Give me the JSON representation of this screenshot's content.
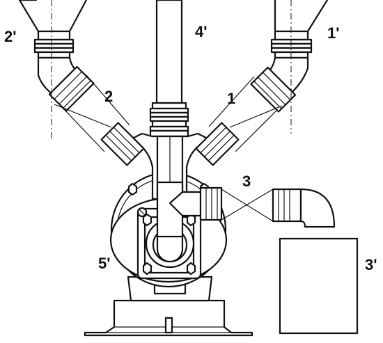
{
  "diagram": {
    "labels": {
      "l1": "1",
      "l1p": "1'",
      "l2": "2",
      "l2p": "2'",
      "l3": "3",
      "l3p": "3'",
      "l4p": "4'",
      "l5p": "5'"
    },
    "colors": {
      "ink": "#111111",
      "background": "#ffffff"
    }
  }
}
